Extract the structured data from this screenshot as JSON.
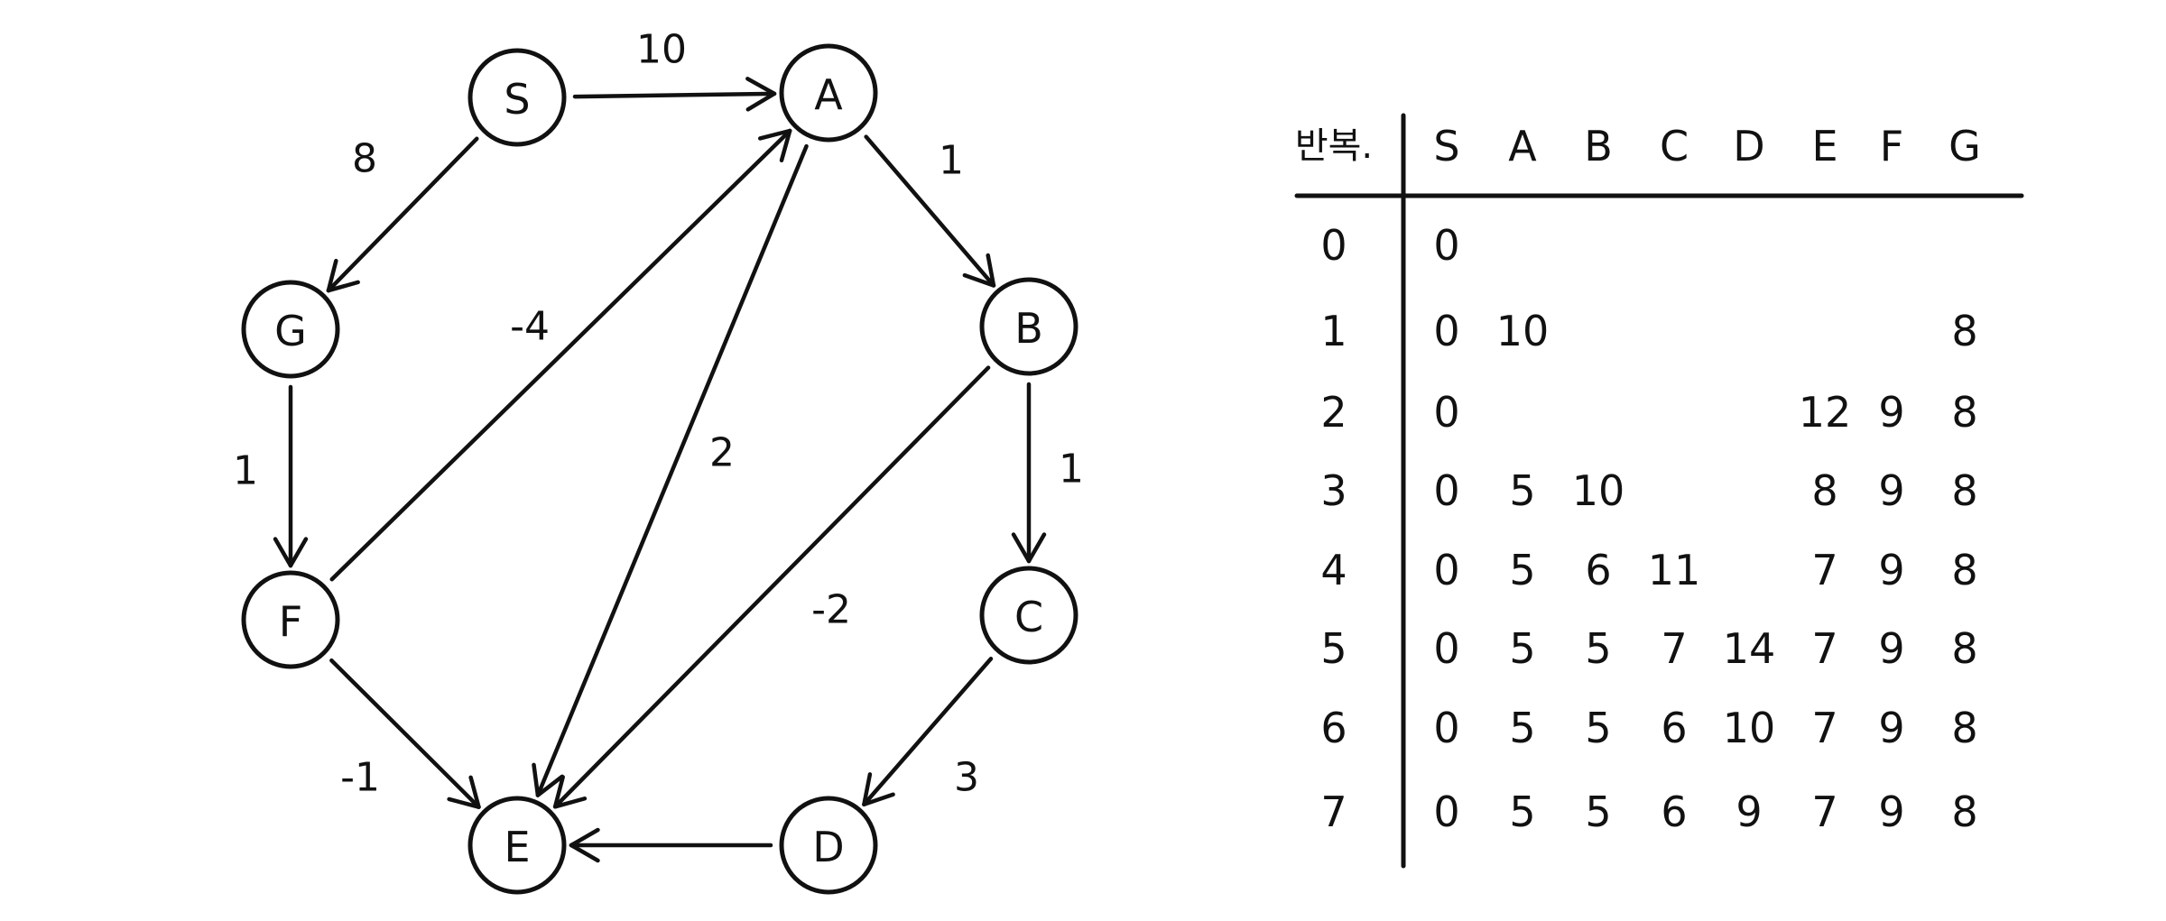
{
  "graph": {
    "nodes": [
      {
        "id": "S",
        "label": "S"
      },
      {
        "id": "A",
        "label": "A"
      },
      {
        "id": "G",
        "label": "G"
      },
      {
        "id": "B",
        "label": "B"
      },
      {
        "id": "F",
        "label": "F"
      },
      {
        "id": "C",
        "label": "C"
      },
      {
        "id": "E",
        "label": "E"
      },
      {
        "id": "D",
        "label": "D"
      }
    ],
    "edges": [
      {
        "from": "S",
        "to": "A",
        "weight": "10"
      },
      {
        "from": "S",
        "to": "G",
        "weight": "8"
      },
      {
        "from": "A",
        "to": "B",
        "weight": "1"
      },
      {
        "from": "A",
        "to": "E",
        "weight": "2"
      },
      {
        "from": "G",
        "to": "F",
        "weight": "1"
      },
      {
        "from": "F",
        "to": "A",
        "weight": "-4"
      },
      {
        "from": "F",
        "to": "E",
        "weight": "-1"
      },
      {
        "from": "B",
        "to": "C",
        "weight": "1"
      },
      {
        "from": "B",
        "to": "E",
        "weight": "-2"
      },
      {
        "from": "C",
        "to": "D",
        "weight": "3"
      },
      {
        "from": "D",
        "to": "E",
        "weight": ""
      }
    ]
  },
  "table": {
    "headers": [
      "반복.",
      "S",
      "A",
      "B",
      "C",
      "D",
      "E",
      "F",
      "G"
    ],
    "rows": [
      [
        "0",
        "0",
        "",
        "",
        "",
        "",
        "",
        "",
        ""
      ],
      [
        "1",
        "0",
        "10",
        "",
        "",
        "",
        "",
        "",
        "8"
      ],
      [
        "2",
        "0",
        "",
        "",
        "",
        "",
        "12",
        "9",
        "8"
      ],
      [
        "3",
        "0",
        "5",
        "10",
        "",
        "",
        "8",
        "9",
        "8"
      ],
      [
        "4",
        "0",
        "5",
        "6",
        "11",
        "",
        "7",
        "9",
        "8"
      ],
      [
        "5",
        "0",
        "5",
        "5",
        "7",
        "14",
        "7",
        "9",
        "8"
      ],
      [
        "6",
        "0",
        "5",
        "5",
        "6",
        "10",
        "7",
        "9",
        "8"
      ],
      [
        "7",
        "0",
        "5",
        "5",
        "6",
        "9",
        "7",
        "9",
        "8"
      ]
    ]
  }
}
